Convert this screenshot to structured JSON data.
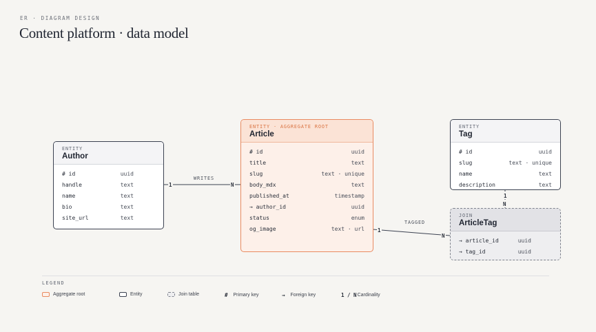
{
  "header": {
    "eyebrow": "ER · DIAGRAM DESIGN",
    "title": "Content platform · data model"
  },
  "entities": {
    "author": {
      "kind": "ENTITY",
      "name": "Author",
      "fields": [
        {
          "name": "# id",
          "type": "uuid"
        },
        {
          "name": "handle",
          "type": "text"
        },
        {
          "name": "name",
          "type": "text"
        },
        {
          "name": "bio",
          "type": "text"
        },
        {
          "name": "site_url",
          "type": "text"
        }
      ]
    },
    "article": {
      "kind": "ENTITY · AGGREGATE ROOT",
      "name": "Article",
      "fields": [
        {
          "name": "# id",
          "type": "uuid"
        },
        {
          "name": "title",
          "type": "text"
        },
        {
          "name": "slug",
          "type": "text · unique"
        },
        {
          "name": "body_mdx",
          "type": "text"
        },
        {
          "name": "published_at",
          "type": "timestamp"
        },
        {
          "name": "→ author_id",
          "type": "uuid"
        },
        {
          "name": "status",
          "type": "enum"
        },
        {
          "name": "og_image",
          "type": "text · url"
        }
      ]
    },
    "tag": {
      "kind": "ENTITY",
      "name": "Tag",
      "fields": [
        {
          "name": "# id",
          "type": "uuid"
        },
        {
          "name": "slug",
          "type": "text · unique"
        },
        {
          "name": "name",
          "type": "text"
        },
        {
          "name": "description",
          "type": "text"
        }
      ]
    },
    "articletag": {
      "kind": "JOIN",
      "name": "ArticleTag",
      "fields": [
        {
          "name": "→ article_id",
          "type": "uuid"
        },
        {
          "name": "→ tag_id",
          "type": "uuid"
        }
      ]
    }
  },
  "relations": {
    "writes": {
      "label": "WRITES",
      "from_card": "1",
      "to_card": "N"
    },
    "tagged": {
      "label": "TAGGED",
      "from_card": "1",
      "to_card": "N"
    },
    "tag_join": {
      "from_card": "1",
      "to_card": "N"
    }
  },
  "colors": {
    "aggregate_accent": "#e98a60",
    "entity_border": "#3b4150",
    "join_border": "#7e828c",
    "background": "#f6f5f2"
  },
  "legend": {
    "title": "LEGEND",
    "aggregate": "Aggregate root",
    "entity": "Entity",
    "join": "Join table",
    "pk_glyph": "#",
    "pk": "Primary key",
    "fk_glyph": "→",
    "fk": "Foreign key",
    "card_glyph": "1 / N",
    "card": "Cardinality"
  }
}
